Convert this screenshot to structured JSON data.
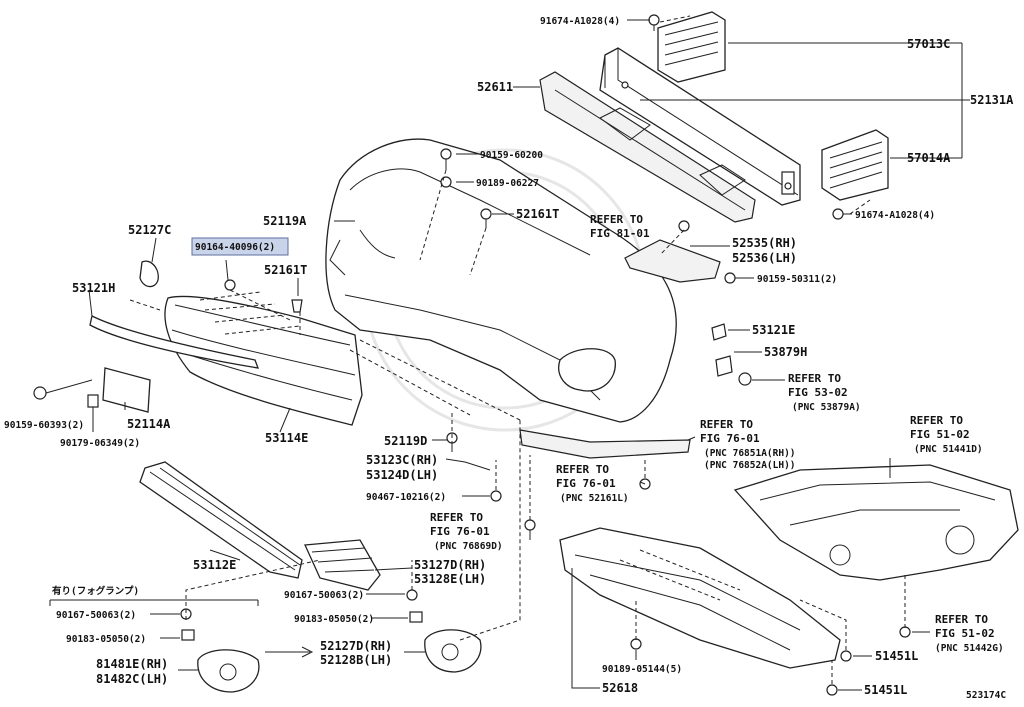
{
  "labels": {
    "l_91674_top": "91674-A1028(4)",
    "l_57013C": "57013C",
    "l_52611": "52611",
    "l_52131A": "52131A",
    "l_90159_60200": "90159-60200",
    "l_90189_06227": "90189-06227",
    "l_57014A": "57014A",
    "l_52161T_a": "52161T",
    "l_52119A": "52119A",
    "l_91674_bot": "91674-A1028(4)",
    "l_52127C": "52127C",
    "l_90164": "90164-40096(2)",
    "l_52161T_b": "52161T",
    "l_52535": "52535(RH)",
    "l_52536": "52536(LH)",
    "l_90159_50311": "90159-50311(2)",
    "l_53121H": "53121H",
    "l_53121E": "53121E",
    "l_53879H": "53879H",
    "l_90159_60393": "90159-60393(2)",
    "l_52114A": "52114A",
    "l_90179": "90179-06349(2)",
    "l_53114E": "53114E",
    "l_52119D": "52119D",
    "l_53123C": "53123C(RH)",
    "l_53124D": "53124D(LH)",
    "l_90467": "90467-10216(2)",
    "l_53112E": "53112E",
    "l_53127D": "53127D(RH)",
    "l_53128E": "53128E(LH)",
    "l_90167_a": "90167-50063(2)",
    "l_90183_a": "90183-05050(2)",
    "l_fog": "有り(フォグランプ)",
    "l_90167_b": "90167-50063(2)",
    "l_90183_b": "90183-05050(2)",
    "l_81481E": "81481E(RH)",
    "l_81482C": "81482C(LH)",
    "l_52127D": "52127D(RH)",
    "l_52128B": "52128B(LH)",
    "l_90189_05144": "90189-05144(5)",
    "l_52618": "52618",
    "l_51451L_a": "51451L",
    "l_51451L_b": "51451L",
    "l_code": "523174C"
  },
  "refs": {
    "r_81_01": [
      "REFER TO",
      "FIG 81-01"
    ],
    "r_53_02": [
      "REFER TO",
      "FIG 53-02",
      "(PNC 53879A)"
    ],
    "r_76_01a": [
      "REFER TO",
      "FIG 76-01",
      "(PNC 76851A(RH))",
      "(PNC 76852A(LH))"
    ],
    "r_51_02a": [
      "REFER TO",
      "FIG 51-02",
      "(PNC 51441D)"
    ],
    "r_76_01b": [
      "REFER TO",
      "FIG 76-01",
      "(PNC 52161L)"
    ],
    "r_76_01c": [
      "REFER TO",
      "FIG 76-01",
      "(PNC 76869D)"
    ],
    "r_51_02b": [
      "REFER TO",
      "FIG 51-02",
      "(PNC 51442G)"
    ]
  },
  "colors": {
    "highlight_fill": "#c9d3ea",
    "highlight_stroke": "#5c6f9e"
  },
  "highlighted_part": "90164-40096(2)"
}
